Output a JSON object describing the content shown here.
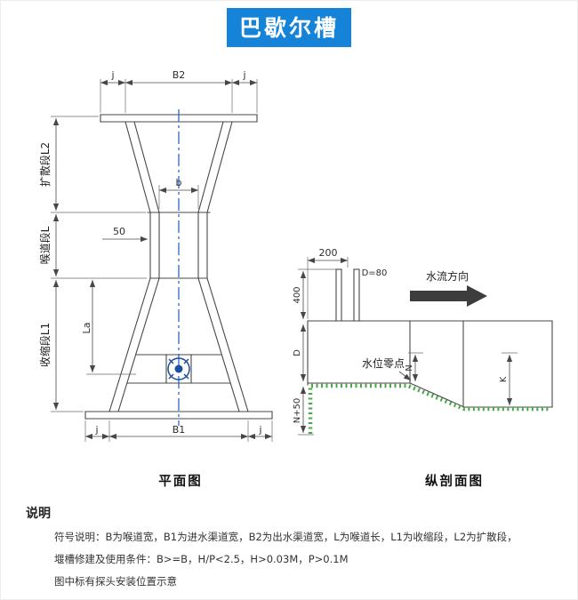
{
  "banner": {
    "title": "巴歇尔槽"
  },
  "plan_view": {
    "caption": "平面图",
    "labels": {
      "j_top_left": "j",
      "b2": "B2",
      "j_top_right": "j",
      "b": "b",
      "offset50": "50",
      "la": "La",
      "seg_diffuser": "扩散段L2",
      "seg_throat": "喉道段L",
      "seg_converge": "收缩段L1",
      "j_bottom_left": "j",
      "b1": "B1",
      "j_bottom_right": "j"
    }
  },
  "section_view": {
    "caption": "纵剖面图",
    "labels": {
      "dim200": "200",
      "d80": "D=80",
      "flow": "水流方向",
      "dim400": "400",
      "depth_d": "D",
      "zero": "水位零点",
      "n": "N",
      "k": "K",
      "n50": "N+50"
    }
  },
  "notes": {
    "heading": "说明",
    "lines": [
      "符号说明：B为喉道宽，B1为进水渠道宽，B2为出水渠道宽，L为喉道长，L1为收缩段，L2为扩散段，",
      "堰槽修建及使用条件：B>=B，H/P<2.5，H>0.03M，P>0.1M",
      "图中标有探头安装位置示意"
    ]
  },
  "colors": {
    "banner_bg": "#1584d8",
    "centerline_blue": "#2b66cc",
    "hatch_green": "#3fa43f",
    "probe_blue": "#1b4fa0",
    "line_dark": "#474747"
  }
}
